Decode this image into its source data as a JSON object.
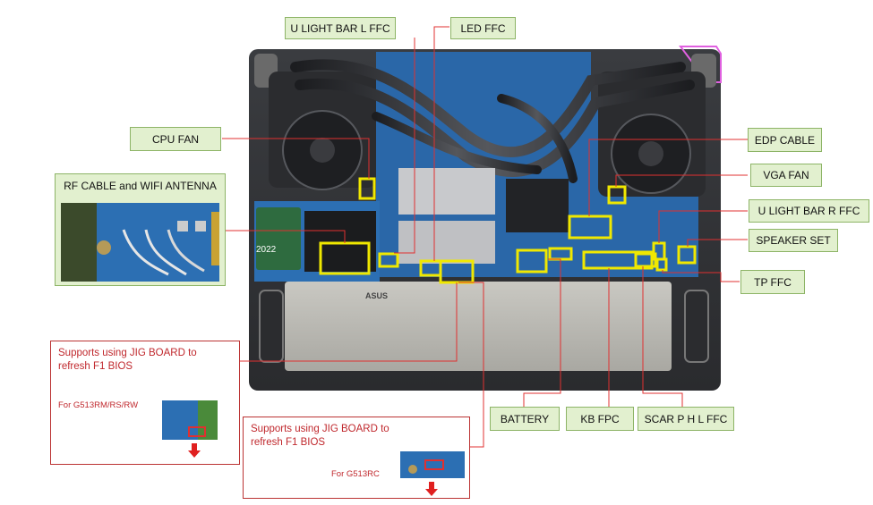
{
  "labels": {
    "u_light_bar_l_ffc": "U LIGHT BAR L FFC",
    "led_ffc": "LED FFC",
    "cpu_fan": "CPU FAN",
    "edp_cable": "EDP CABLE",
    "vga_fan": "VGA FAN",
    "rf_cable_wifi": "RF CABLE and WIFI ANTENNA",
    "u_light_bar_r_ffc": "U LIGHT BAR R FFC",
    "speaker_set": "SPEAKER SET",
    "tp_ffc": "TP FFC",
    "battery": "BATTERY",
    "kb_fpc": "KB FPC",
    "scar_p_h_l_ffc": "SCAR P H L FFC"
  },
  "notes": {
    "jig_left": {
      "title": "Supports using JIG BOARD to refresh F1 BIOS",
      "model": "For G513RM/RS/RW"
    },
    "jig_right": {
      "title": "Supports using JIG BOARD to refresh F1 BIOS",
      "model": "For G513RC"
    }
  },
  "board_marks": {
    "battery_brand": "ASUS",
    "year_mark": "2022"
  },
  "colors": {
    "label_fill": "#e2f0cf",
    "label_border": "#8db466",
    "pointer_line": "#e03030",
    "highlight_box": "#f0e800",
    "note_text": "#c0282d"
  }
}
